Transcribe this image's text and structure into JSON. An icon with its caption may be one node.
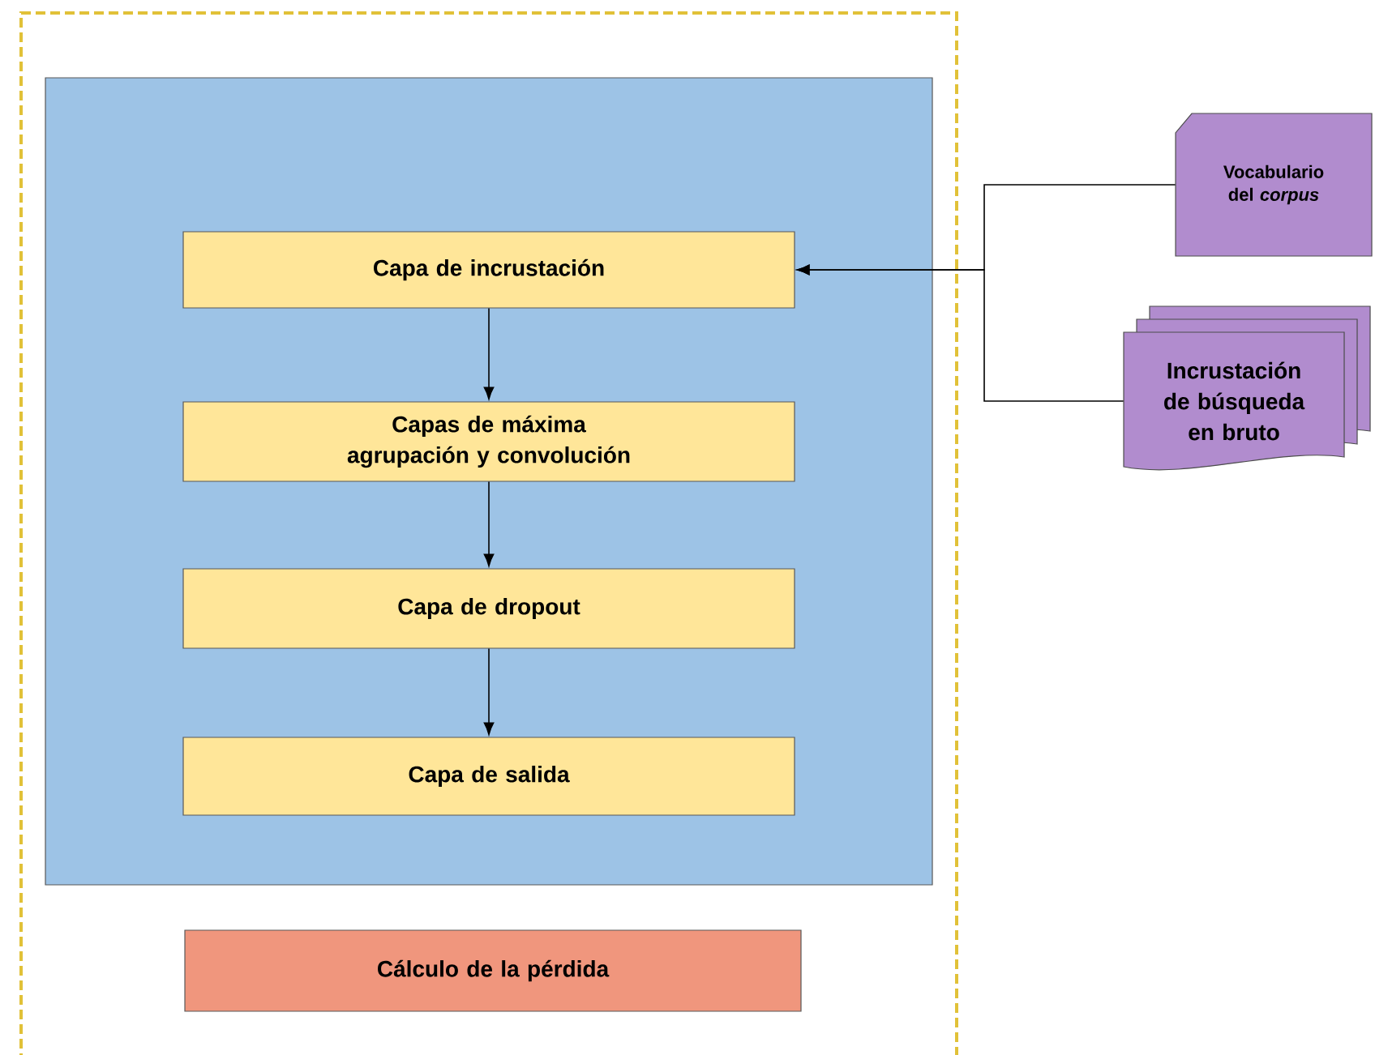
{
  "diagram": {
    "nodes": [
      {
        "text": [],
        "shape": "box"
      },
      {
        "text": [],
        "shape": "box",
        "in": 0
      },
      {
        "text": [
          "Capa de incrustación"
        ],
        "in": 1
      },
      {
        "text": [
          "Capas de máxima agrupación y convolución"
        ],
        "in": 1
      },
      {
        "text": [
          "Capa de dropout"
        ],
        "in": 1
      },
      {
        "text": [
          "Capa de salida"
        ],
        "in": 1
      },
      {
        "text": [
          "Cálculo de la pérdida"
        ],
        "in": 0
      },
      {
        "text": [
          "Vocabulario del *corpus*"
        ]
      },
      {
        "text": [
          "Incrustación de búsqueda en bruto"
        ]
      }
    ],
    "edges": [
      {
        "from": 7,
        "to": 2,
        "arrow": "to"
      },
      {
        "from": 8,
        "to": 2,
        "arrow": "to"
      },
      {
        "from": 2,
        "to": 3,
        "arrow": "to"
      },
      {
        "from": 3,
        "to": 4,
        "arrow": "to"
      },
      {
        "from": 4,
        "to": 5,
        "arrow": "to"
      }
    ]
  }
}
